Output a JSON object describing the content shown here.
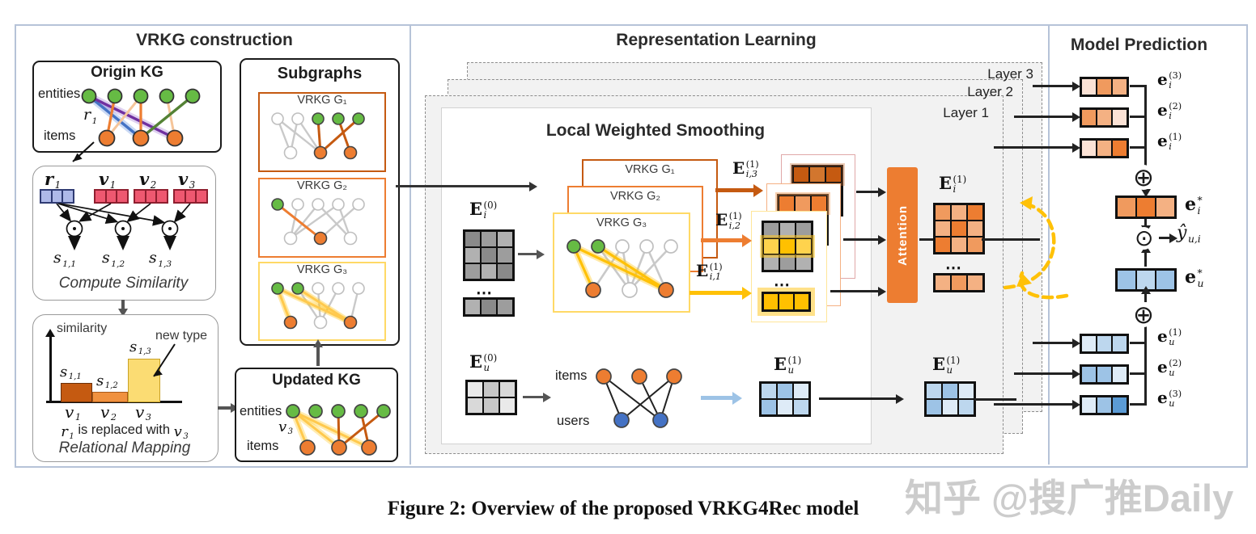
{
  "figure": {
    "caption": "Figure 2: Overview of the proposed VRKG4Rec model",
    "watermark": "知乎 @搜广推Daily"
  },
  "panels": {
    "construction_title": "VRKG construction",
    "representation_title": "Representation Learning",
    "prediction_title": "Model Prediction"
  },
  "origin_kg": {
    "title": "Origin KG",
    "entities": "entities",
    "items": "items"
  },
  "compute": {
    "caption": "Compute Similarity"
  },
  "mapping": {
    "caption": "Relational Mapping",
    "similarity_axis": "similarity",
    "new_type": "new type",
    "replace_text": "is replaced with",
    "bars": [
      {
        "x": "v1",
        "s": "s1,1",
        "rel_height": 0.42,
        "color": "#C55A11"
      },
      {
        "x": "v2",
        "s": "s1,2",
        "rel_height": 0.22,
        "color": "#F0913F"
      },
      {
        "x": "v3",
        "s": "s1,3",
        "rel_height": 0.95,
        "color": "#FBDC73"
      }
    ]
  },
  "subgraphs": {
    "title": "Subgraphs",
    "g1": "VRKG G₁",
    "g2": "VRKG G₂",
    "g3": "VRKG G₃"
  },
  "updated_kg": {
    "title": "Updated KG",
    "entities": "entities",
    "items": "items"
  },
  "layers": {
    "layer1": "Layer 1",
    "layer2": "Layer 2",
    "layer3": "Layer 3"
  },
  "lws": {
    "title": "Local Weighted Smoothing",
    "attention": "Attention",
    "items": "items",
    "users": "users",
    "dots": "⋯"
  },
  "ops": {
    "oplus": "⊕",
    "odot": "⊙"
  },
  "math": {
    "r1": {
      "b": "r",
      "sub": "1",
      "sup": ""
    },
    "v1": {
      "b": "v",
      "sub": "1",
      "sup": ""
    },
    "v2": {
      "b": "v",
      "sub": "2",
      "sup": ""
    },
    "v3": {
      "b": "v",
      "sub": "3",
      "sup": ""
    },
    "s11": {
      "b": "s",
      "sub": "1,1",
      "sup": ""
    },
    "s12": {
      "b": "s",
      "sub": "1,2",
      "sup": ""
    },
    "s13": {
      "b": "s",
      "sub": "1,3",
      "sup": ""
    },
    "Ei0": {
      "b": "E",
      "sub": "i",
      "sup": "(0)"
    },
    "Eu0": {
      "b": "E",
      "sub": "u",
      "sup": "(0)"
    },
    "Ei1": {
      "b": "E",
      "sub": "i",
      "sup": "(1)"
    },
    "Eu1": {
      "b": "E",
      "sub": "u",
      "sup": "(1)"
    },
    "Ei13": {
      "b": "E",
      "sub": "i,3",
      "sup": "(1)"
    },
    "Ei12": {
      "b": "E",
      "sub": "i,2",
      "sup": "(1)"
    },
    "Ei11": {
      "b": "E",
      "sub": "i,1",
      "sup": "(1)"
    },
    "ei1": {
      "b": "e",
      "sub": "i",
      "sup": "(1)"
    },
    "ei2": {
      "b": "e",
      "sub": "i",
      "sup": "(2)"
    },
    "ei3": {
      "b": "e",
      "sub": "i",
      "sup": "(3)"
    },
    "eu1": {
      "b": "e",
      "sub": "u",
      "sup": "(1)"
    },
    "eu2": {
      "b": "e",
      "sub": "u",
      "sup": "(2)"
    },
    "eu3": {
      "b": "e",
      "sub": "u",
      "sup": "(3)"
    },
    "eistar": {
      "b": "e",
      "sub": "i",
      "sup": "*"
    },
    "eustar": {
      "b": "e",
      "sub": "u",
      "sup": "*"
    },
    "yhat": {
      "b": "ŷ",
      "sub": "u,i",
      "sup": ""
    }
  },
  "palette": {
    "brown": "#C55A11",
    "orange": "#ED7D31",
    "yellow": "#FFC000",
    "light_yellow": "#FFD966",
    "green_node": "#66BB44",
    "orange_node": "#ED7D31",
    "blue_node": "#4472C4",
    "blue_arrow": "#9DC3E6",
    "purple_edge": "#7030A0",
    "blue_edge": "#4472C4",
    "green_edge": "#548235",
    "red_vector": "#EE5870",
    "periwinkle_vector": "#AEB9E8",
    "panel_border": "#B6C3D8",
    "layer_bg": "#F2F2F2"
  }
}
